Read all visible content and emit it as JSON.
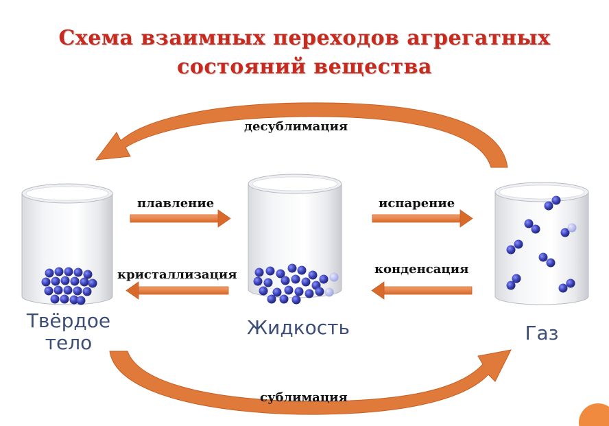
{
  "title": {
    "line1": "Схема взаимных переходов агрегатных",
    "line2": "состояний вещества"
  },
  "states": {
    "solid_line1": "Твёрдое",
    "solid_line2": "тело",
    "liquid": "Жидкость",
    "gas": "Газ"
  },
  "transitions": {
    "melting": "плавление",
    "crystallization": "кристаллизация",
    "evaporation": "испарение",
    "condensation": "конденсация",
    "desublimation": "десублимация",
    "sublimation": "сублимация"
  },
  "colors": {
    "title": "#c82a1e",
    "arrow": "#e07a3a",
    "particle": "#3c44b8",
    "state_label": "#3c4e76"
  }
}
